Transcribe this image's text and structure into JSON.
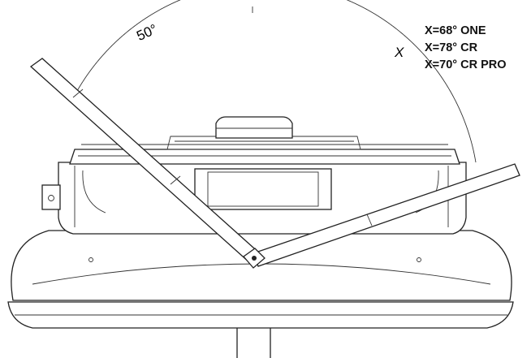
{
  "diagram": {
    "angle_label": "50°",
    "variable_label": "X",
    "specs": [
      "X=68° ONE",
      "X=78° CR",
      "X=70° CR PRO"
    ]
  }
}
